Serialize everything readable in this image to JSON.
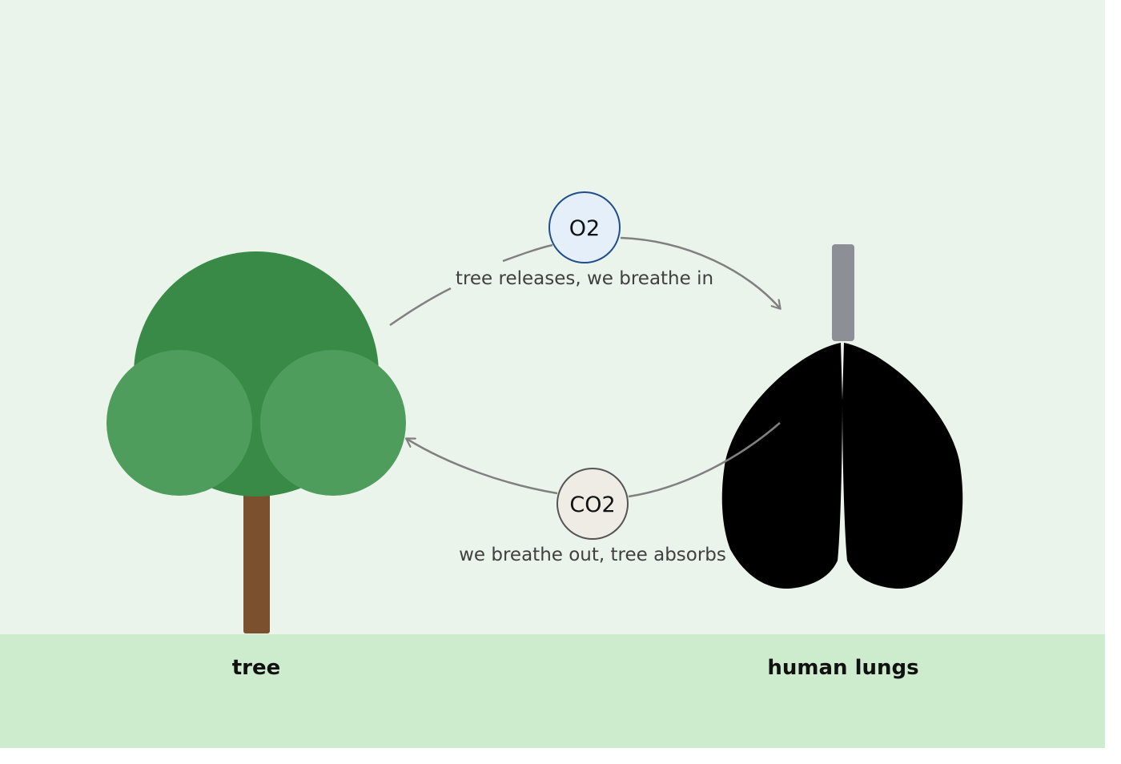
{
  "diagram": {
    "labels": {
      "tree": "tree",
      "lungs": "human lungs"
    },
    "flows": {
      "oxygen": {
        "gas": "O2",
        "caption": "tree releases, we breathe in"
      },
      "carbon_dioxide": {
        "gas": "CO2",
        "caption": "we breathe out, tree absorbs"
      }
    },
    "colors": {
      "sky": "#eaf4ea",
      "ground": "#cdeccd",
      "canopy_dark": "#3a8a47",
      "canopy_light": "#4e9d5d",
      "trunk": "#7a502e",
      "lungs": "#000000",
      "trachea": "#8c8f95",
      "arrow": "#808080",
      "o2_fill": "#e4effa",
      "o2_stroke": "#1f4e8c",
      "co2_fill": "#efece6",
      "co2_stroke": "#555555"
    }
  }
}
